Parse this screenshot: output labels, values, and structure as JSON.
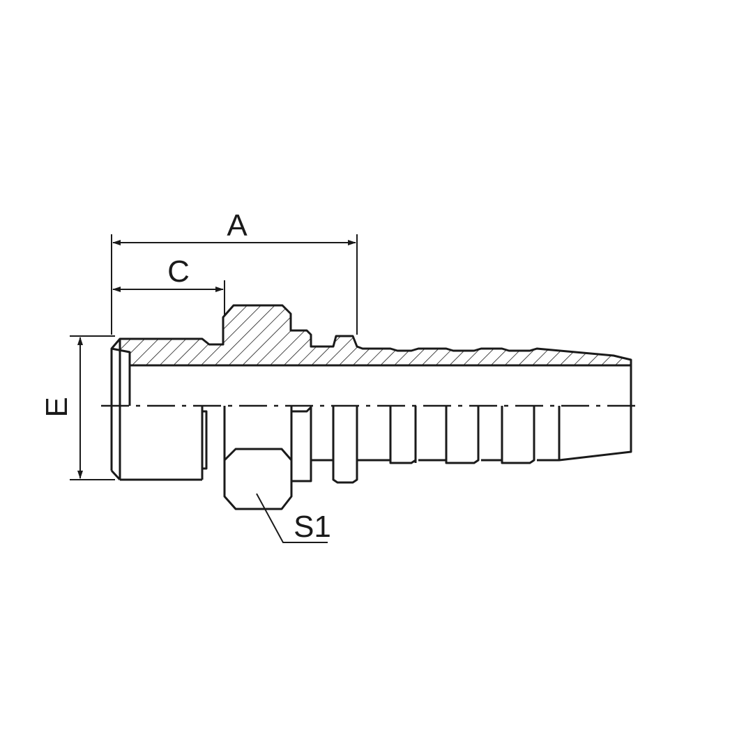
{
  "labels": {
    "dim_a": "A",
    "dim_c": "C",
    "dim_e": "E",
    "dim_s1": "S1"
  },
  "colors": {
    "line": "#1a1a1a",
    "background": "#ffffff"
  }
}
